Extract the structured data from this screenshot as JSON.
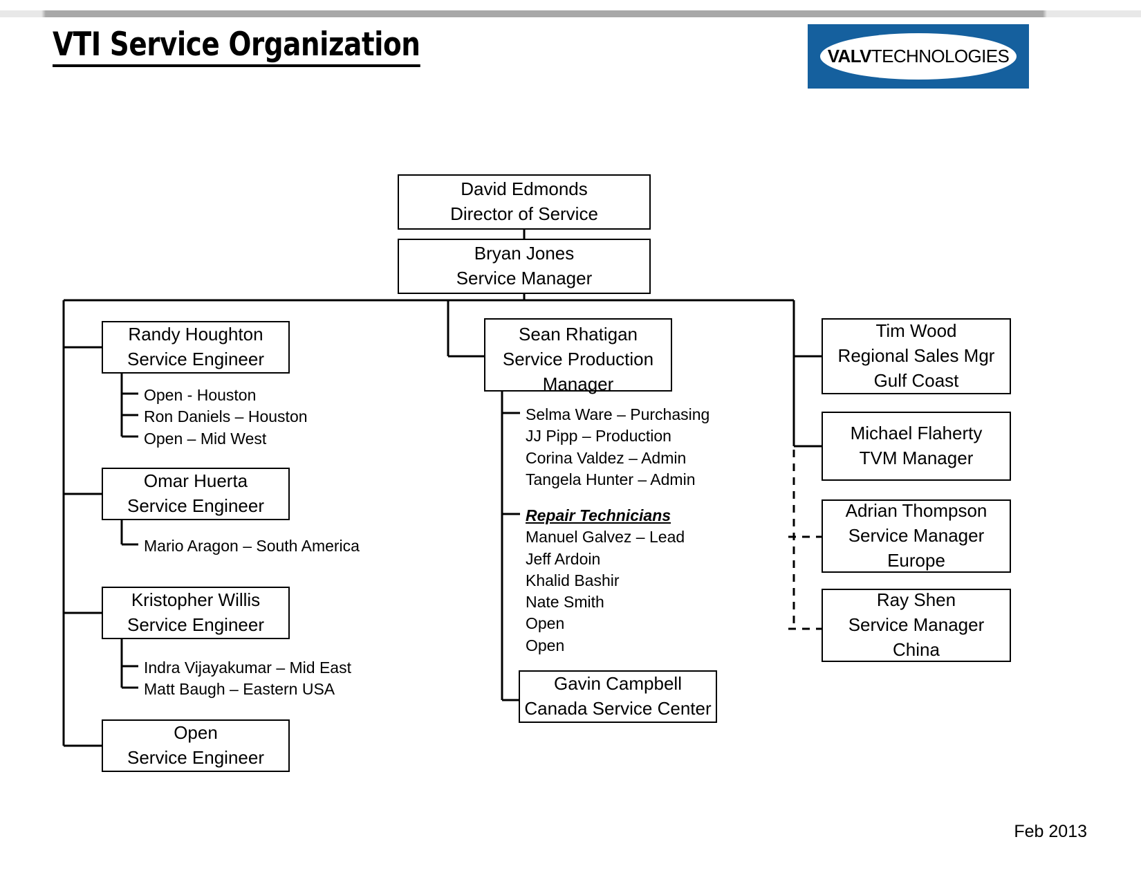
{
  "slide": {
    "title": "VTI Service Organization",
    "date": "Feb 2013"
  },
  "logo": {
    "bold_part": "VALV",
    "regular_part": "TECHNOLOGIES",
    "background_color": "#15609E",
    "ellipse_color": "#FFFFFF"
  },
  "nodes": {
    "director": {
      "name": "David Edmonds",
      "role": "Director of Service"
    },
    "service_manager": {
      "name": "Bryan Jones",
      "role": "Service Manager"
    },
    "randy": {
      "name": "Randy Houghton",
      "role": "Service Engineer"
    },
    "omar": {
      "name": "Omar Huerta",
      "role": "Service Engineer"
    },
    "kristopher": {
      "name": "Kristopher Willis",
      "role": "Service Engineer"
    },
    "open_engineer": {
      "name": "Open",
      "role": "Service Engineer"
    },
    "sean": {
      "name": "Sean Rhatigan",
      "role": "Service Production",
      "role2": "Manager"
    },
    "gavin": {
      "name": "Gavin Campbell",
      "role": "Canada Service Center"
    },
    "tim": {
      "name": "Tim Wood",
      "role": "Regional Sales Mgr",
      "role2": "Gulf Coast"
    },
    "michael": {
      "name": "Michael Flaherty",
      "role": "TVM Manager"
    },
    "adrian": {
      "name": "Adrian Thompson",
      "role": "Service Manager",
      "role2": "Europe"
    },
    "ray": {
      "name": "Ray Shen",
      "role": "Service Manager",
      "role2": "China"
    }
  },
  "lists": {
    "randy_reports": [
      "Open - Houston",
      "Ron Daniels – Houston",
      "Open – Mid West"
    ],
    "omar_reports": [
      "Mario Aragon – South America"
    ],
    "kristopher_reports": [
      "Indra Vijayakumar – Mid East",
      "Matt Baugh – Eastern USA"
    ],
    "sean_staff": [
      "Selma Ware – Purchasing",
      "JJ Pipp – Production",
      "Corina Valdez – Admin",
      "Tangela Hunter – Admin"
    ],
    "repair_heading": "Repair Technicians",
    "repair_technicians": [
      "Manuel Galvez – Lead",
      "Jeff Ardoin",
      "Khalid Bashir",
      "Nate Smith",
      "Open",
      "Open"
    ]
  },
  "connections": {
    "solid_style": "solid",
    "dotted_style": "dashed",
    "dotted_reports": [
      "Adrian Thompson",
      "Ray Shen"
    ]
  }
}
